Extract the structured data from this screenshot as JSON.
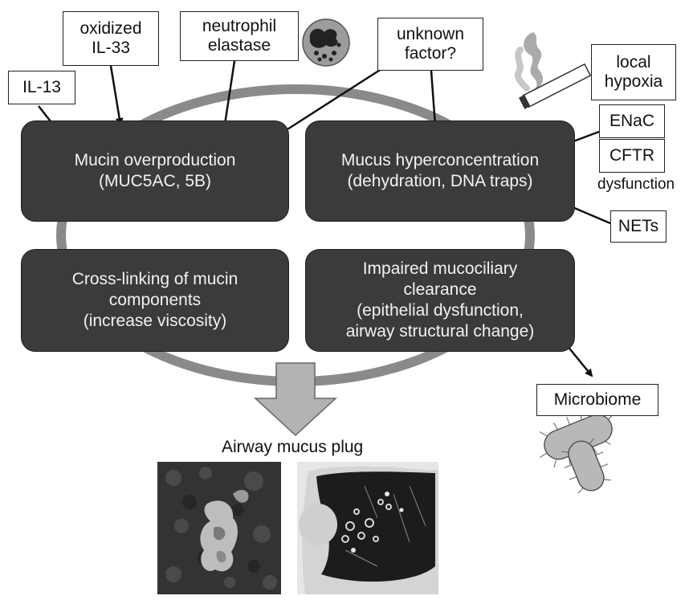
{
  "factors": {
    "il13": "IL-13",
    "oxidized_il33": "oxidized\nIL-33",
    "neutrophil_elastase": "neutrophil\nelastase",
    "unknown_factor": "unknown\nfactor?",
    "local_hypoxia": "local\nhypoxia",
    "enac": "ENaC",
    "cftr": "CFTR",
    "dysfunction": "dysfunction",
    "nets": "NETs",
    "microbiome": "Microbiome"
  },
  "mechanisms": {
    "mucin_overproduction": "Mucin overproduction\n(MUC5AC, 5B)",
    "mucus_hyperconcentration": "Mucus hyperconcentration\n(dehydration, DNA traps)",
    "cross_linking": "Cross-linking of mucin\ncomponents\n(increase viscosity)",
    "impaired_clearance": "Impaired mucociliary\nclearance\n(epithelial dysfunction,\nairway structural change)"
  },
  "outcome": {
    "caption": "Airway mucus plug"
  },
  "colors": {
    "box_fill": "#3b3b3b",
    "box_text": "#f2f2f2",
    "ellipse": "#8a8a8a",
    "arrow_fill": "#b3b3b3"
  }
}
